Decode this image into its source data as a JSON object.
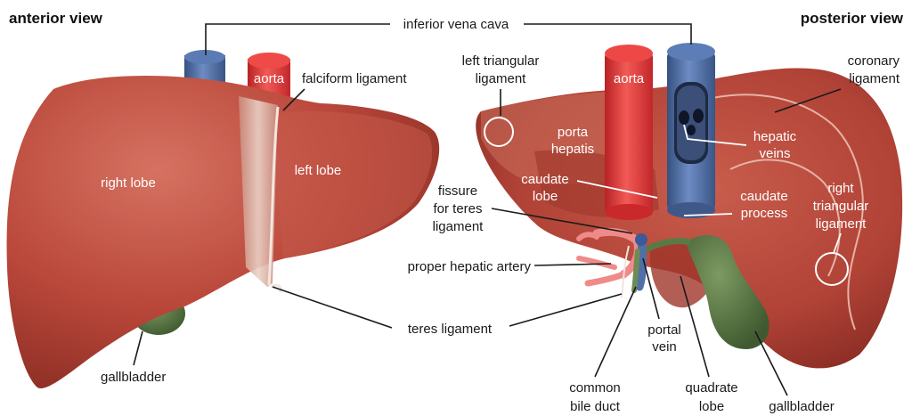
{
  "titles": {
    "anterior": "anterior view",
    "posterior": "posterior view"
  },
  "labels": {
    "inferior_vena_cava": "inferior vena cava",
    "aorta": "aorta",
    "falciform_ligament": "falciform ligament",
    "right_lobe": "right lobe",
    "left_lobe": "left lobe",
    "gallbladder": "gallbladder",
    "teres_ligament": "teres ligament",
    "left_triangular_ligament": [
      "left triangular",
      "ligament"
    ],
    "porta_hepatis": [
      "porta",
      "hepatis"
    ],
    "caudate_lobe": [
      "caudate",
      "lobe"
    ],
    "hepatic_veins": [
      "hepatic",
      "veins"
    ],
    "caudate_process": [
      "caudate",
      "process"
    ],
    "coronary_ligament": [
      "coronary",
      "ligament"
    ],
    "right_triangular_ligament": [
      "right",
      "triangular",
      "ligament"
    ],
    "fissure_for_teres_ligament": [
      "fissure",
      "for teres",
      "ligament"
    ],
    "proper_hepatic_artery": "proper hepatic artery",
    "portal_vein": [
      "portal",
      "vein"
    ],
    "common_bile_duct": [
      "common",
      "bile duct"
    ],
    "quadrate_lobe": [
      "quadrate",
      "lobe"
    ],
    "gallbladder_posterior": "gallbladder"
  },
  "colors": {
    "liver": "#b9473a",
    "liver_dark": "#8f2f26",
    "liver_light": "#d06a58",
    "vena_cava": "#4f6fa8",
    "aorta": "#e0393b",
    "gallbladder": "#5a7a45",
    "ligament": "#e9c9bd"
  }
}
